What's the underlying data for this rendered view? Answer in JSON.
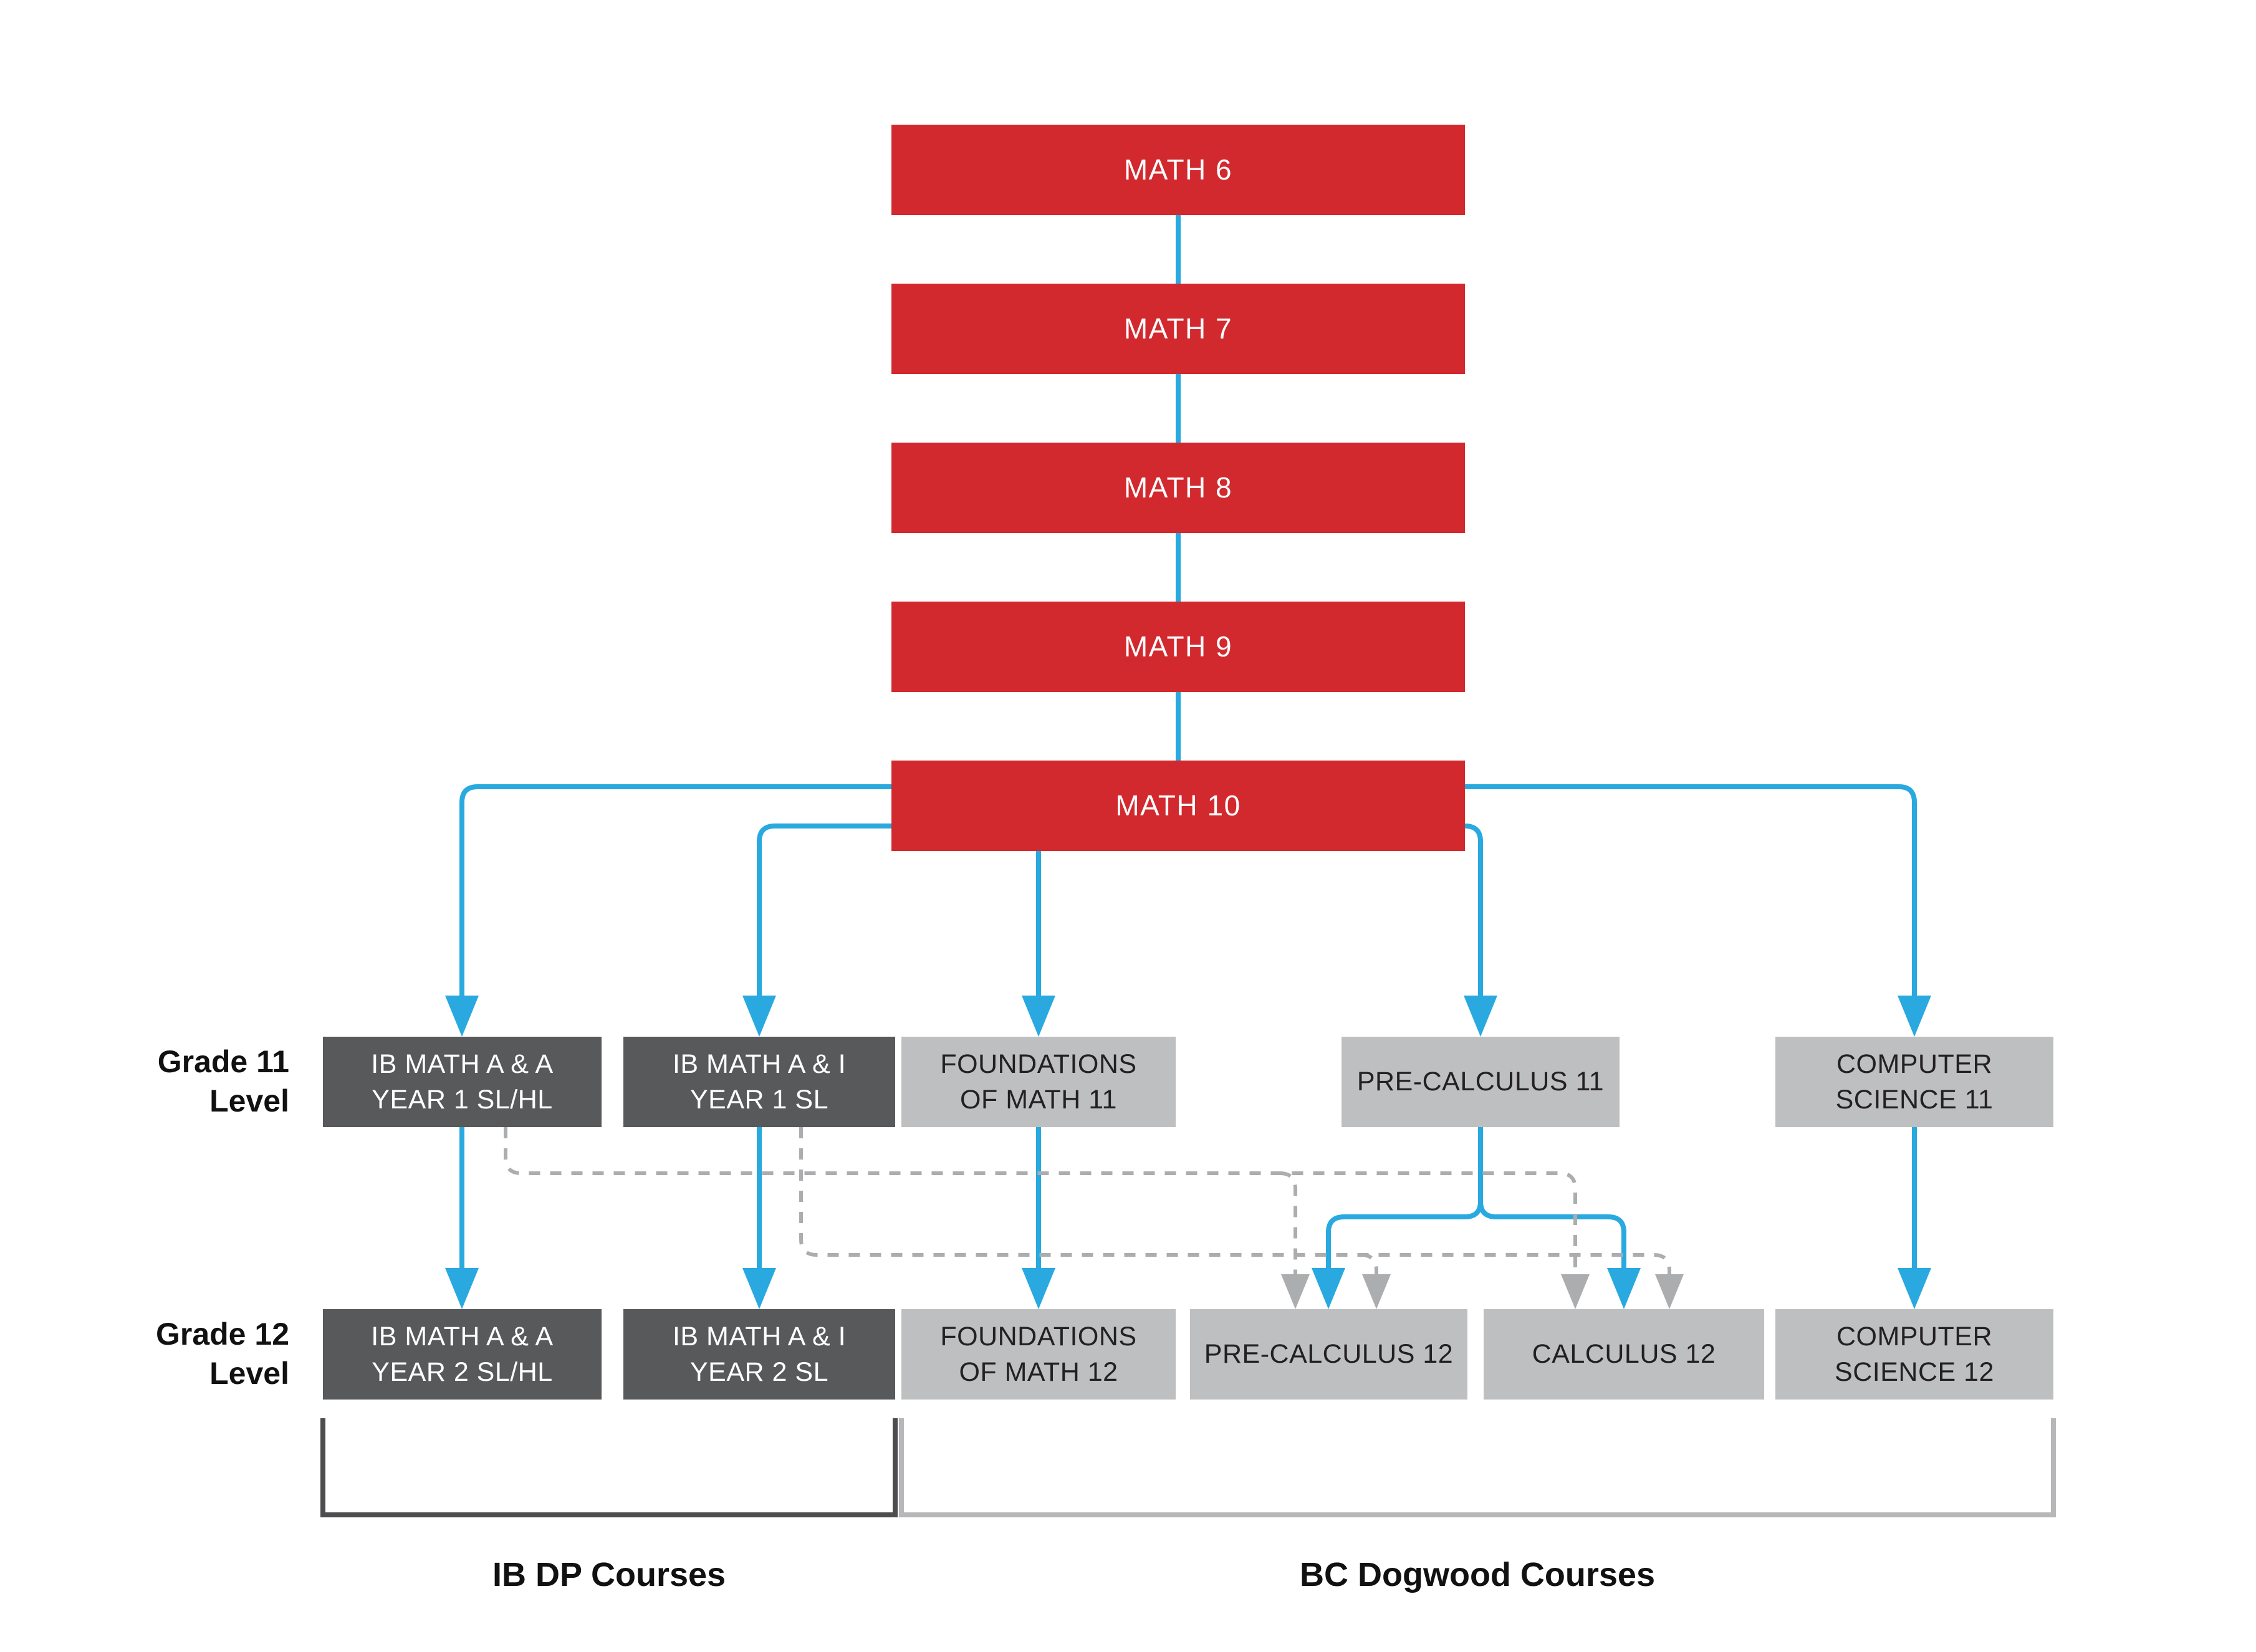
{
  "title": "Math course pathway flowchart",
  "colors": {
    "red_box": "#D2292E",
    "dark_gray_box": "#58595B",
    "light_gray_box": "#BEBFC1",
    "blue_arrow": "#29A9DF",
    "dashed_gray_arrow": "#ABADAF",
    "bracket_dark": "#4D4D4F",
    "bracket_light": "#B5B7B9",
    "box_text_light": "#FFFFFF",
    "box_text_dark": "#232021",
    "label_text": "#111111"
  },
  "nodes": {
    "math6": {
      "label": "MATH 6"
    },
    "math7": {
      "label": "MATH 7"
    },
    "math8": {
      "label": "MATH 8"
    },
    "math9": {
      "label": "MATH 9"
    },
    "math10": {
      "label": "MATH 10"
    },
    "ib_aa_y1": {
      "label": "IB MATH A & A\nYEAR 1 SL/HL"
    },
    "ib_ai_y1": {
      "label": "IB MATH A & I\nYEAR 1 SL"
    },
    "found11": {
      "label": "FOUNDATIONS\nOF MATH 11"
    },
    "precalc11": {
      "label": "PRE-CALCULUS 11"
    },
    "cs11": {
      "label": "COMPUTER\nSCIENCE 11"
    },
    "ib_aa_y2": {
      "label": "IB MATH A & A\nYEAR 2 SL/HL"
    },
    "ib_ai_y2": {
      "label": "IB MATH A & I\nYEAR 2 SL"
    },
    "found12": {
      "label": "FOUNDATIONS\nOF MATH 12"
    },
    "precalc12": {
      "label": "PRE-CALCULUS 12"
    },
    "calc12": {
      "label": "CALCULUS 12"
    },
    "cs12": {
      "label": "COMPUTER\nSCIENCE 12"
    }
  },
  "labels": {
    "grade11": "Grade 11\nLevel",
    "grade12": "Grade 12\nLevel",
    "ib_group": "IB DP Courses",
    "bc_group": "BC Dogwood Courses"
  },
  "edges": [
    {
      "from": "math6",
      "to": "math7",
      "style": "solid-blue"
    },
    {
      "from": "math7",
      "to": "math8",
      "style": "solid-blue"
    },
    {
      "from": "math8",
      "to": "math9",
      "style": "solid-blue"
    },
    {
      "from": "math9",
      "to": "math10",
      "style": "solid-blue"
    },
    {
      "from": "math10",
      "to": "ib_aa_y1",
      "style": "solid-blue"
    },
    {
      "from": "math10",
      "to": "ib_ai_y1",
      "style": "solid-blue"
    },
    {
      "from": "math10",
      "to": "found11",
      "style": "solid-blue"
    },
    {
      "from": "math10",
      "to": "precalc11",
      "style": "solid-blue"
    },
    {
      "from": "math10",
      "to": "cs11",
      "style": "solid-blue"
    },
    {
      "from": "ib_aa_y1",
      "to": "ib_aa_y2",
      "style": "solid-blue"
    },
    {
      "from": "ib_ai_y1",
      "to": "ib_ai_y2",
      "style": "solid-blue"
    },
    {
      "from": "found11",
      "to": "found12",
      "style": "solid-blue"
    },
    {
      "from": "precalc11",
      "to": "precalc12",
      "style": "solid-blue"
    },
    {
      "from": "precalc11",
      "to": "calc12",
      "style": "solid-blue"
    },
    {
      "from": "cs11",
      "to": "cs12",
      "style": "solid-blue"
    },
    {
      "from": "ib_aa_y1",
      "to": "precalc12",
      "style": "dashed-gray"
    },
    {
      "from": "ib_aa_y1",
      "to": "calc12",
      "style": "dashed-gray"
    },
    {
      "from": "ib_ai_y1",
      "to": "precalc12",
      "style": "dashed-gray"
    },
    {
      "from": "ib_ai_y1",
      "to": "calc12",
      "style": "dashed-gray"
    }
  ]
}
